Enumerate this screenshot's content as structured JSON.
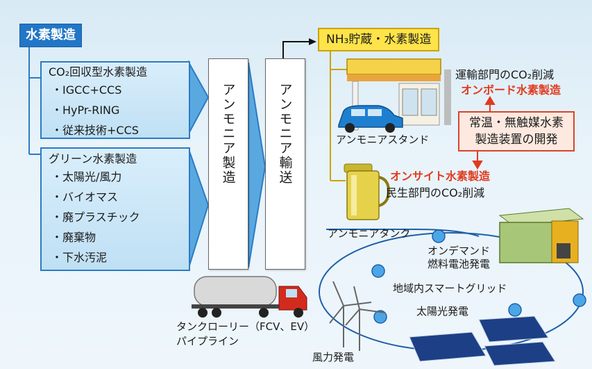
{
  "hydrogen_box": {
    "label": "水素製造"
  },
  "co2_panel": {
    "heading": "CO₂回収型水素製造",
    "items": [
      "・IGCC+CCS",
      "・HyPr-RING",
      "・従来技術+CCS"
    ]
  },
  "green_panel": {
    "heading": "グリーン水素製造",
    "items": [
      "・太陽光/風力",
      "・バイオマス",
      "・廃プラスチック",
      "・廃棄物",
      "・下水汚泥"
    ]
  },
  "ammonia_production": {
    "label": "アンモニア製造"
  },
  "ammonia_transport": {
    "label": "アンモニア輸送"
  },
  "nh3_box": {
    "label": "NH₃貯蔵・水素製造"
  },
  "transport_co2": {
    "label": "運輸部門のCO₂削減"
  },
  "onboard": {
    "label": "オンボード水素製造"
  },
  "device_box": {
    "line1": "常温・無触媒水素",
    "line2": "製造装置の開発"
  },
  "ammonia_stand": {
    "label": "アンモニアスタンド"
  },
  "onsite": {
    "label": "オンサイト水素製造"
  },
  "residential_co2": {
    "label": "民生部門のCO₂削減"
  },
  "ammonia_tank": {
    "label": "アンモニアタンク"
  },
  "ondemand": {
    "line1": "オンデマンド",
    "line2": "燃料電池発電"
  },
  "smart_grid": {
    "label": "地域内スマートグリッド"
  },
  "solar": {
    "label": "太陽光発電"
  },
  "wind": {
    "label": "風力発電"
  },
  "tanker": {
    "line1": "タンクローリー（FCV、EV）",
    "line2": "パイプライン"
  },
  "colors": {
    "blue": "#2176c7",
    "yellow": "#ffe34a",
    "red": "#e03b1f",
    "grid": "#1f5fa8"
  }
}
